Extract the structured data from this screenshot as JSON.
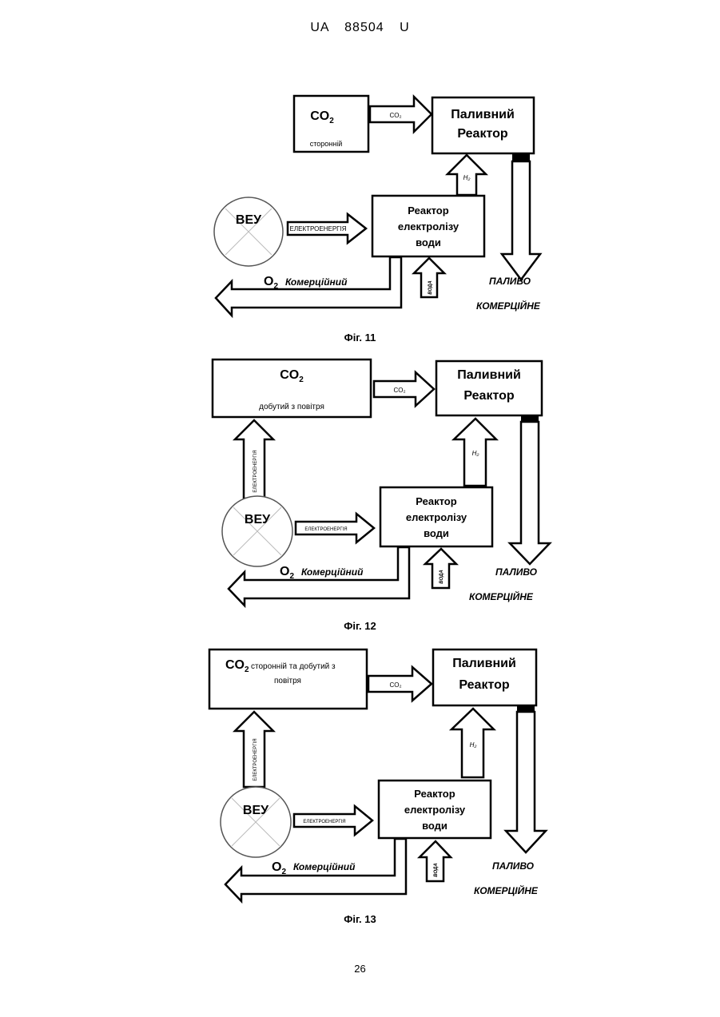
{
  "header": "UA 88504 U",
  "page_number": "26",
  "figures": [
    {
      "caption": "Фіг. 11",
      "co2_title": "CO",
      "co2_sub": "2",
      "co2_text": "сторонній",
      "co2_arrow_label": "CO₂",
      "reactor_line1": "Паливний",
      "reactor_line2": "Реактор",
      "h2_label": "H₂",
      "electrolysis_line1": "Реактор",
      "electrolysis_line2": "електролізу",
      "electrolysis_line3": "води",
      "veu_label": "ВЕУ",
      "electricity_label": "ЕЛЕКТРОЕНЕРГІЯ",
      "water_label": "ВОДА",
      "o2_label": "O",
      "o2_sub": "2",
      "o2_text": "Комерційний",
      "fuel_line1": "ПАЛИВО",
      "fuel_line2": "КОМЕРЦІЙНЕ"
    },
    {
      "caption": "Фіг. 12",
      "co2_title": "CO",
      "co2_sub": "2",
      "co2_text": "добутий з повітря",
      "co2_arrow_label": "CO₂",
      "reactor_line1": "Паливний",
      "reactor_line2": "Реактор",
      "h2_label": "H₂",
      "electrolysis_line1": "Реактор",
      "electrolysis_line2": "електролізу",
      "electrolysis_line3": "води",
      "veu_label": "ВЕУ",
      "electricity_label": "ЕЛЕКТРОЕНЕРГІЯ",
      "electricity_up_label": "ЕЛЕКТРОЕНЕРГІЯ",
      "water_label": "ВОДА",
      "o2_label": "O",
      "o2_sub": "2",
      "o2_text": "Комерційний",
      "fuel_line1": "ПАЛИВО",
      "fuel_line2": "КОМЕРЦІЙНЕ"
    },
    {
      "caption": "Фіг. 13",
      "co2_title": "CO",
      "co2_sub": "2",
      "co2_text": "сторонній та добутий з",
      "co2_text2": "повітря",
      "co2_arrow_label": "CO₂",
      "reactor_line1": "Паливний",
      "reactor_line2": "Реактор",
      "h2_label": "H₂",
      "electrolysis_line1": "Реактор",
      "electrolysis_line2": "електролізу",
      "electrolysis_line3": "води",
      "veu_label": "ВЕУ",
      "electricity_label": "ЕЛЕКТРОЕНЕРГІЯ",
      "electricity_up_label": "ЕЛЕКТРОЕНЕРГІЯ",
      "water_label": "ВОДА",
      "o2_label": "O",
      "o2_sub": "2",
      "o2_text": "Комерційний",
      "fuel_line1": "ПАЛИВО",
      "fuel_line2": "КОМЕРЦІЙНЕ"
    }
  ]
}
